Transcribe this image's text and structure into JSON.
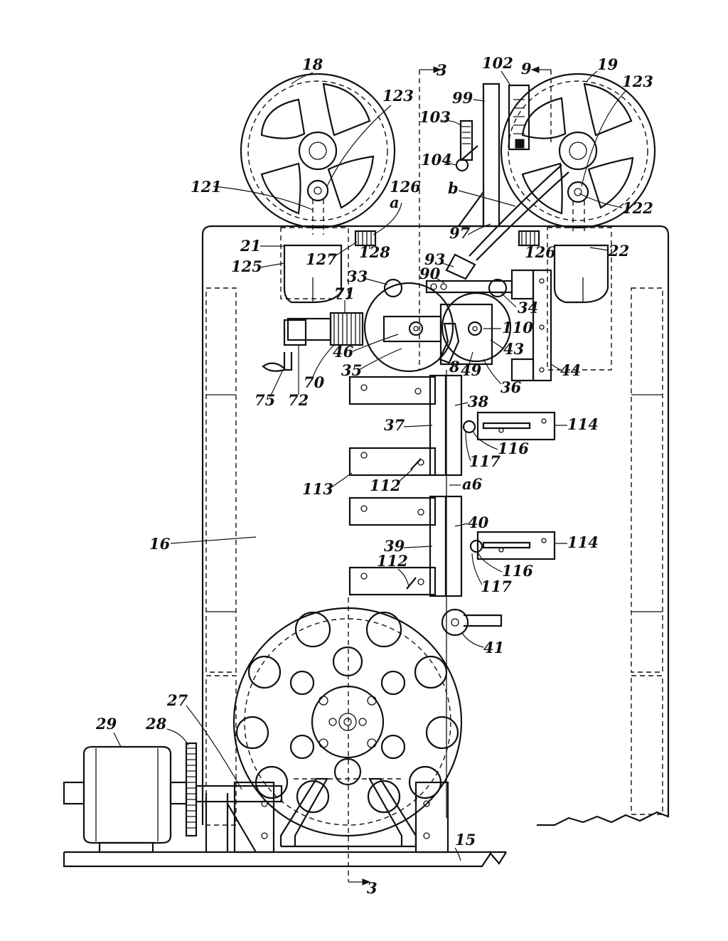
{
  "reference_numerals": {
    "n18": "18",
    "n19": "19",
    "n3_top": "3",
    "n3_bottom": "3",
    "n9": "9",
    "n102": "102",
    "n99": "99",
    "n103": "103",
    "n104": "104",
    "n123_left": "123",
    "n123_right": "123",
    "n121": "121",
    "n122": "122",
    "n126_left": "126",
    "n126_right": "126",
    "n127": "127",
    "n128": "128",
    "n125": "125",
    "n21": "21",
    "n22": "22",
    "na": "a",
    "nb": "b",
    "n97": "97",
    "n93": "93",
    "n90": "90",
    "n33": "33",
    "n34": "34",
    "n71": "71",
    "n46": "46",
    "n110": "110",
    "n43": "43",
    "n44": "44",
    "n35": "35",
    "n49": "49",
    "n8": "8",
    "n36": "36",
    "n70": "70",
    "n72": "72",
    "n75": "75",
    "n37": "37",
    "n38": "38",
    "n114_top": "114",
    "n114_bottom": "114",
    "n116_top": "116",
    "n116_bottom": "116",
    "n117_top": "117",
    "n117_bottom": "117",
    "n112_top": "112",
    "n112_bottom": "112",
    "n113": "113",
    "na6": "a6",
    "n40": "40",
    "n39": "39",
    "n16": "16",
    "n41": "41",
    "n27": "27",
    "n29": "29",
    "n28": "28",
    "n15": "15"
  }
}
